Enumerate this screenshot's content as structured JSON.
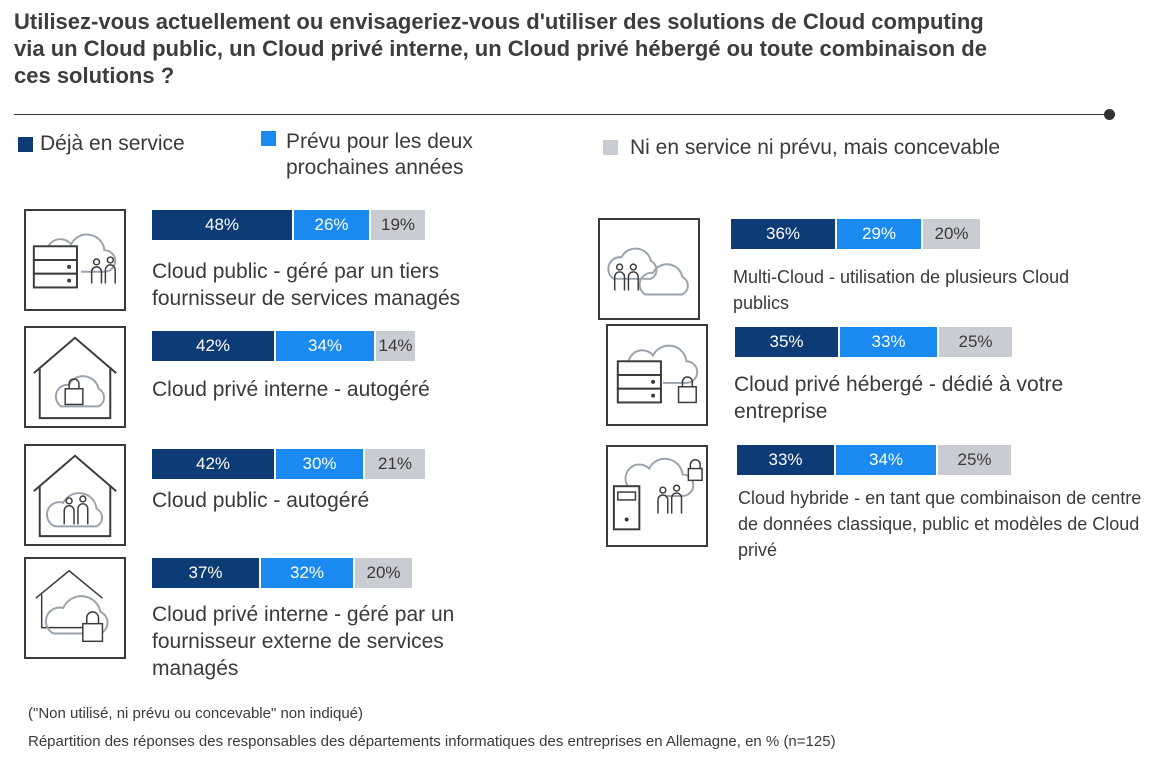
{
  "title": "Utilisez-vous actuellement ou envisageriez-vous d'utiliser des solutions de Cloud computing via un Cloud public, un Cloud privé interne, un Cloud privé hébergé ou toute combinaison de ces solutions ?",
  "colors": {
    "deja_en_service": "#0d3b75",
    "prevu": "#1a8af0",
    "concevable": "#c9ccd2"
  },
  "legend": [
    {
      "label": "Déjà en service",
      "color": "#0d3b75"
    },
    {
      "label": "Prévu pour les deux prochaines années",
      "color": "#1a8af0"
    },
    {
      "label": "Ni en service ni prévu, mais concevable",
      "color": "#c9ccd2"
    }
  ],
  "icons": [
    "server-cloud-people-icon",
    "house-lock-cloud-icon",
    "house-people-cloud-icon",
    "house-cloud-lock-icon",
    "people-multi-cloud-icon",
    "server-cloud-lock-icon",
    "computer-cloud-people-lock-icon"
  ],
  "chart_data": {
    "type": "bar",
    "stacked": true,
    "orientation": "horizontal",
    "unit": "%",
    "series": [
      {
        "name": "Déjà en service",
        "color": "#0d3b75"
      },
      {
        "name": "Prévu pour les deux prochaines années",
        "color": "#1a8af0"
      },
      {
        "name": "Ni en service ni prévu, mais concevable",
        "color": "#c9ccd2"
      }
    ],
    "categories": [
      {
        "label": "Cloud public - géré par un tiers fournisseur de services managés",
        "values": [
          48,
          26,
          19
        ],
        "labels": [
          "48%",
          "26%",
          "19%"
        ]
      },
      {
        "label": "Cloud privé interne - autogéré",
        "values": [
          42,
          34,
          14
        ],
        "labels": [
          "42%",
          "34%",
          "14%"
        ]
      },
      {
        "label": "Cloud public - autogéré",
        "values": [
          42,
          30,
          21
        ],
        "labels": [
          "42%",
          "30%",
          "21%"
        ]
      },
      {
        "label": "Cloud privé interne - géré par un fournisseur externe de services managés",
        "values": [
          37,
          32,
          20
        ],
        "labels": [
          "37%",
          "32%",
          "20%"
        ]
      },
      {
        "label": "Multi-Cloud - utilisation de plusieurs Cloud publics",
        "values": [
          36,
          29,
          20
        ],
        "labels": [
          "36%",
          "29%",
          "20%"
        ]
      },
      {
        "label": "Cloud privé hébergé - dédié à votre entreprise",
        "values": [
          35,
          33,
          25
        ],
        "labels": [
          "35%",
          "33%",
          "25%"
        ]
      },
      {
        "label": "Cloud hybride - en tant que combinaison de centre de données classique, public et modèles de Cloud privé",
        "values": [
          33,
          34,
          25
        ],
        "labels": [
          "33%",
          "34%",
          "25%"
        ]
      }
    ]
  },
  "footnote": "(\"Non utilisé, ni prévu ou concevable\" non indiqué)",
  "source": "Répartition des réponses des responsables des départements informatiques des entreprises en Allemagne, en % (n=125)"
}
